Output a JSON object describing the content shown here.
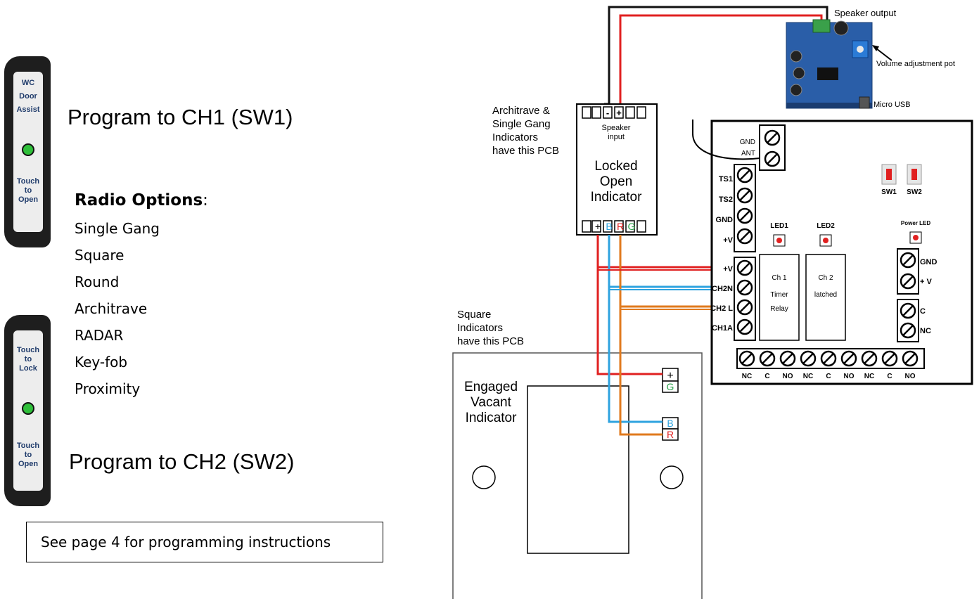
{
  "remote1": {
    "lines1": [
      "WC",
      "Door",
      "Assist"
    ],
    "lines2": [
      "Touch",
      "to",
      "Open"
    ],
    "program": "Program to CH1 (SW1)"
  },
  "remote2": {
    "lines1": [
      "Touch",
      "to",
      "Lock"
    ],
    "lines2": [
      "Touch",
      "to",
      "Open"
    ],
    "program": "Program to CH2 (SW2)"
  },
  "radio": {
    "title": "Radio Options",
    "colon": ":",
    "options": [
      "Single Gang",
      "Square",
      "Round",
      "Architrave",
      "RADAR",
      "Key-fob",
      "Proximity"
    ]
  },
  "note": "See page 4 for programming instructions",
  "amp": {
    "speaker_output": "Speaker output",
    "volume": "Volume adjustment pot",
    "usb": "Micro USB"
  },
  "architrave": {
    "caption": [
      "Architrave &",
      "Single Gang",
      "Indicators",
      "have this PCB"
    ],
    "speaker_input": [
      "Speaker",
      "input"
    ],
    "title": [
      "Locked",
      "Open",
      "Indicator"
    ],
    "top_pins": [
      "-",
      "+"
    ],
    "bottom_pins": [
      "+",
      "B",
      "R",
      "G"
    ]
  },
  "square": {
    "caption": [
      "Square",
      "Indicators",
      "have this PCB"
    ],
    "title": [
      "Engaged",
      "Vacant",
      "Indicator"
    ],
    "pins_top": [
      "+",
      "G"
    ],
    "pins_bottom": [
      "B",
      "R"
    ]
  },
  "receiver": {
    "ant_labels": [
      "GND",
      "ANT"
    ],
    "left_terms": [
      "TS1",
      "TS2",
      "GND",
      "+V"
    ],
    "out_terms": [
      "+V",
      "CH2N",
      "CH2 L",
      "CH1A"
    ],
    "led1": "LED1",
    "led2": "LED2",
    "power_led": "Power LED",
    "sw1": "SW1",
    "sw2": "SW2",
    "relay1": [
      "Ch 1",
      "Timer",
      "Relay"
    ],
    "relay2": [
      "Ch 2",
      "latched"
    ],
    "power_terms": [
      "GND",
      "+ V"
    ],
    "contact_terms": [
      "C",
      "NC"
    ],
    "bottom_labels": [
      "NC",
      "C",
      "NO",
      "NC",
      "C",
      "NO",
      "NC",
      "C",
      "NO"
    ]
  },
  "colors": {
    "red": "#e02020",
    "blue": "#2ea3df",
    "orange": "#e07a1e",
    "black": "#111111",
    "green": "#2aa14a",
    "pcb_blue": "#2a5ea8"
  }
}
